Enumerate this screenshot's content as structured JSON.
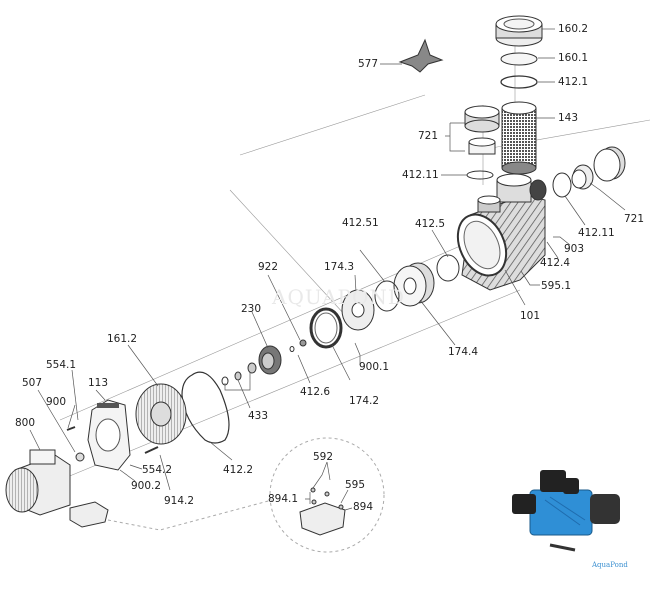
{
  "diagram": {
    "type": "exploded-parts-diagram",
    "subject": "pool pump with prefilter",
    "watermark": "AQUAPOND",
    "photo_brand": "AquaPond",
    "accent_color": "#2f8fd6",
    "labels": {
      "l160_2": "160.2",
      "l160_1": "160.1",
      "l577": "577",
      "l412_1": "412.1",
      "l143": "143",
      "l721a": "721",
      "l412_11a": "412.11",
      "l412_11b": "412.11",
      "l721b": "721",
      "l903": "903",
      "l412_4": "412.4",
      "l595_1": "595.1",
      "l101": "101",
      "l412_5": "412.5",
      "l412_51": "412.51",
      "l174_3": "174.3",
      "l174_4": "174.4",
      "l922": "922",
      "l230": "230",
      "l900_1": "900.1",
      "l412_6": "412.6",
      "l174_2": "174.2",
      "l433": "433",
      "l161_2": "161.2",
      "l554_1": "554.1",
      "l507": "507",
      "l113": "113",
      "l900": "900",
      "l800": "800",
      "l554_2": "554.2",
      "l900_2": "900.2",
      "l914_2": "914.2",
      "l412_2": "412.2",
      "l592": "592",
      "l894_1": "894.1",
      "l595": "595",
      "l894": "894"
    }
  }
}
